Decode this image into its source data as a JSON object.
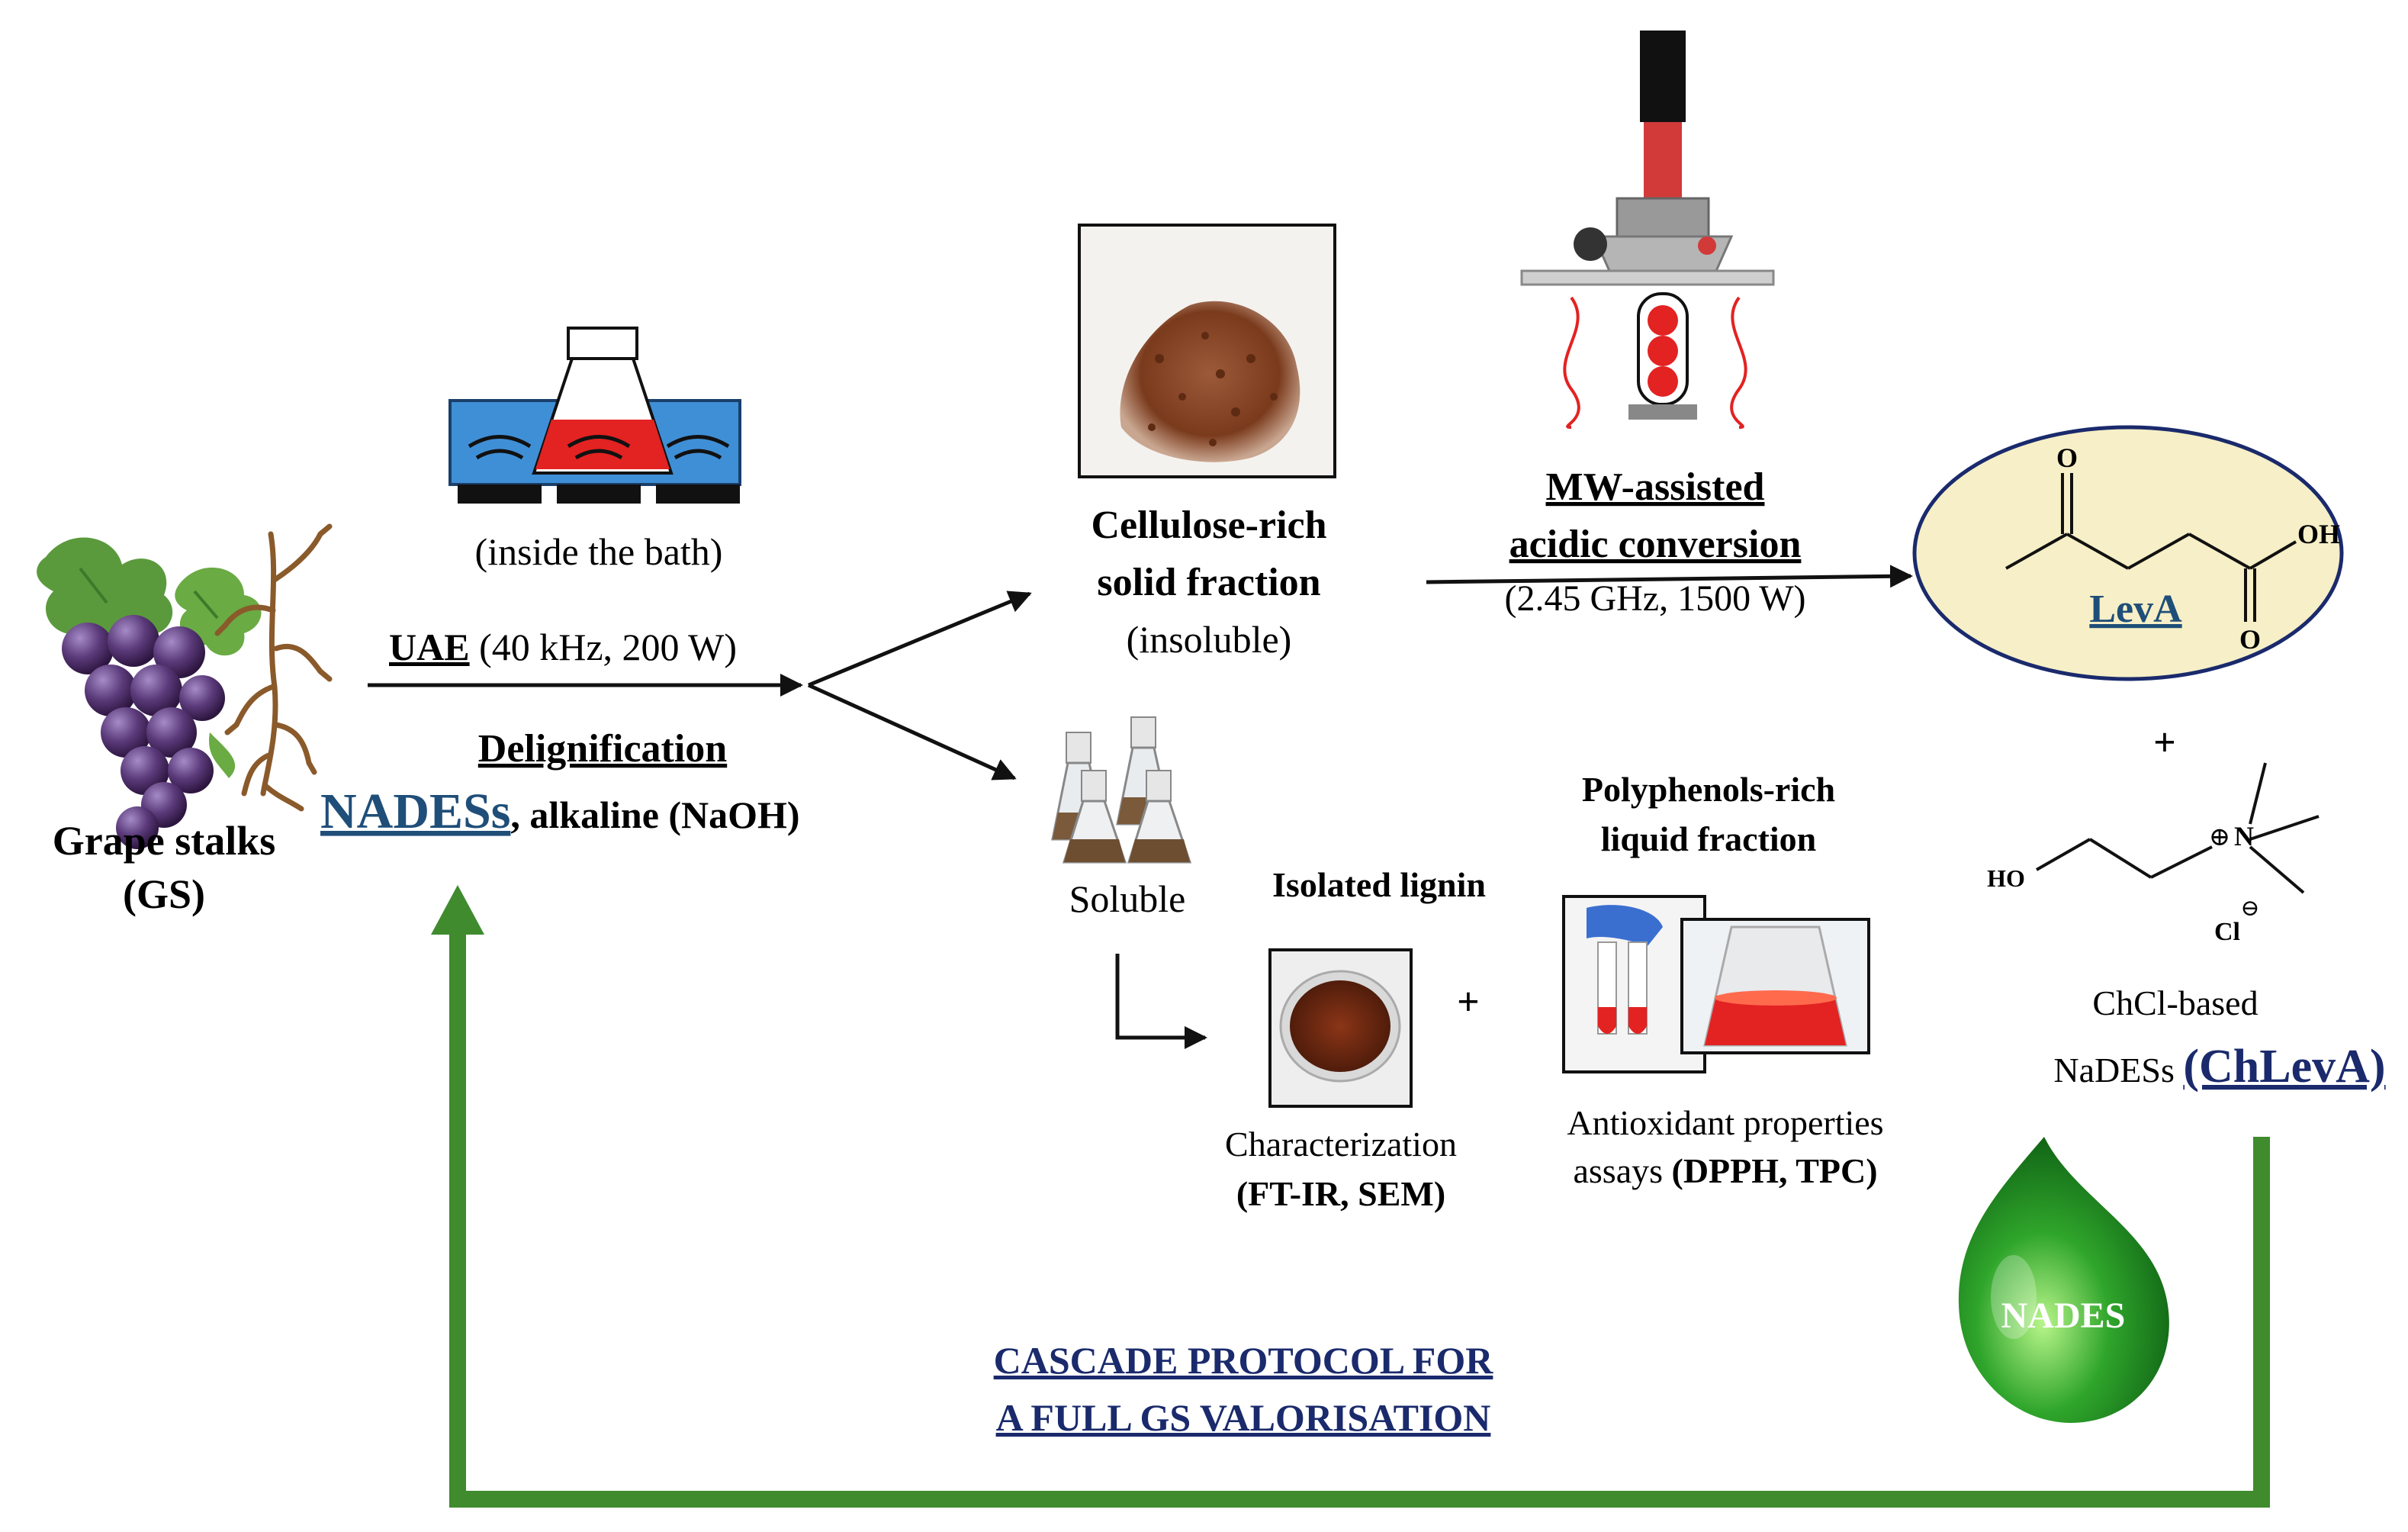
{
  "colors": {
    "text": "#111111",
    "link_blue": "#1f4e79",
    "navy": "#1a2a6c",
    "green": "#3f8b2e",
    "ellipse_fill": "#f6efc7",
    "red": "#e32222",
    "bath_blue": "#3f8fd6",
    "brown": "#7a3a1c"
  },
  "grape": {
    "label_line1": "Grape stalks",
    "label_line2": "(GS)"
  },
  "bath": {
    "caption": "(inside the bath)"
  },
  "uae": {
    "label": "UAE",
    "params": " (40 kHz, 200 W)"
  },
  "delignification": {
    "title": "Delignification",
    "nadess": "NADESs",
    "rest": ", alkaline (NaOH)"
  },
  "cellulose": {
    "line1": "Cellulose-rich",
    "line2": "solid fraction",
    "line3": "(insoluble)"
  },
  "microwave": {
    "line1": "MW-assisted",
    "line2": "acidic conversion",
    "params": "(2.45 GHz, 1500 W)"
  },
  "leva": {
    "label": "LevA",
    "atom_o_top": "O",
    "atom_oh": "OH",
    "atom_o_bottom": "O"
  },
  "plus_top": "+",
  "choline": {
    "atom_ho": "HO",
    "atom_n": "N",
    "charge_plus": "⊕",
    "atom_cl": "Cl",
    "charge_minus": "⊖"
  },
  "chcl": {
    "line1": "ChCl-based",
    "line2_prefix": "NaDESs ",
    "line2_emph": "(ChLevA)"
  },
  "soluble": {
    "label": "Soluble"
  },
  "lignin": {
    "title": "Isolated lignin",
    "char_line1": "Characterization",
    "char_line2": "(FT-IR, SEM)"
  },
  "plus_mid": "+",
  "polyphenols": {
    "line1": "Polyphenols-rich",
    "line2": "liquid fraction",
    "assay_line1": "Antioxidant properties",
    "assay_prefix": "assays ",
    "assay_emph": "(DPPH, TPC)"
  },
  "drop": {
    "label": "NADES"
  },
  "cascade": {
    "line1": "CASCADE PROTOCOL FOR",
    "line2": "A FULL GS VALORISATION"
  }
}
